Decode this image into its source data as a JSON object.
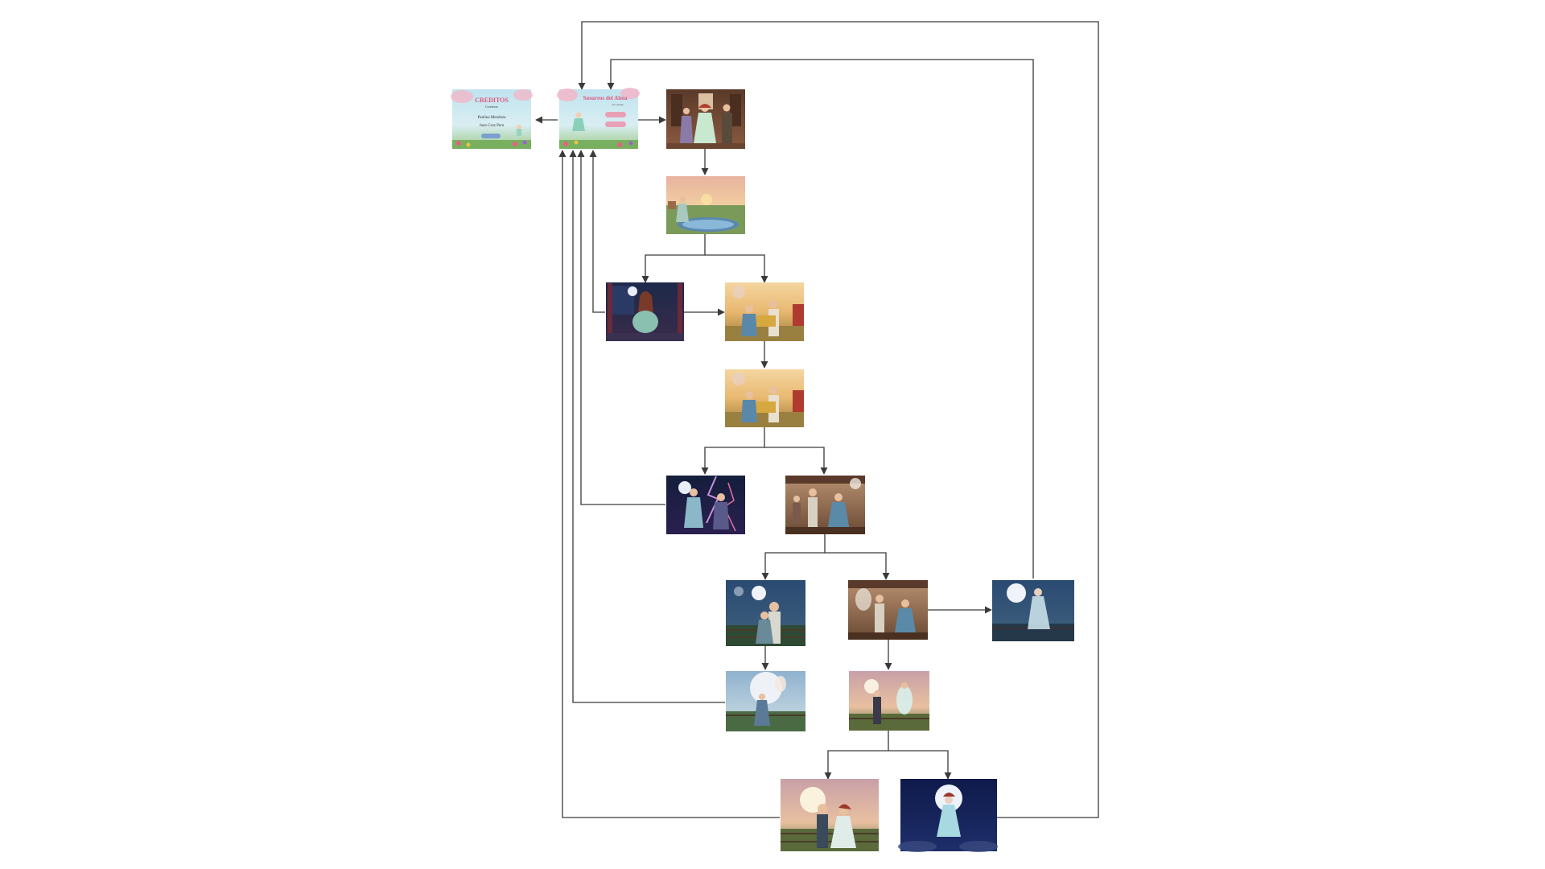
{
  "colors": {
    "background": "#ffffff",
    "connector": "#3a3a3a",
    "title_pink": "#e0577f",
    "button_pink": "#e9a0b6"
  },
  "credits_card": {
    "title": "CREDITOS",
    "subtitle": "Creadores",
    "name_1": "Paulina Mendoza",
    "name_2": "Juan Cruz Peru"
  },
  "title_card": {
    "title": "Susurros del Alma",
    "subtitle": "Un cuento"
  },
  "scenes": [
    {
      "id": "credits",
      "kind": "credits"
    },
    {
      "id": "title",
      "kind": "title-screen"
    },
    {
      "id": "family-intro",
      "kind": "family-in-cabin"
    },
    {
      "id": "girl-at-pond",
      "kind": "girl-by-pond-sunset"
    },
    {
      "id": "girl-sad-window",
      "kind": "girl-crying-night-window"
    },
    {
      "id": "boy-hay-farm-1",
      "kind": "boy-and-girl-hay-farm"
    },
    {
      "id": "boy-hay-farm-2",
      "kind": "boy-and-girl-hay-farm"
    },
    {
      "id": "storm-fight",
      "kind": "couple-lightning-night"
    },
    {
      "id": "barn-dance-1",
      "kind": "barn-dance"
    },
    {
      "id": "moon-hug",
      "kind": "couple-hug-moonlight"
    },
    {
      "id": "barn-dance-2",
      "kind": "barn-dance-ghost"
    },
    {
      "id": "ghost-girl-moon",
      "kind": "ghost-girl-full-moon"
    },
    {
      "id": "ghost-watching-couple",
      "kind": "ghost-above-couple"
    },
    {
      "id": "ghost-floating-sunset",
      "kind": "ghost-floating-sunset"
    },
    {
      "id": "couple-sunset-ending",
      "kind": "couple-holding-hands-sunset"
    },
    {
      "id": "ghost-alone-moon",
      "kind": "ghost-alone-night"
    }
  ]
}
